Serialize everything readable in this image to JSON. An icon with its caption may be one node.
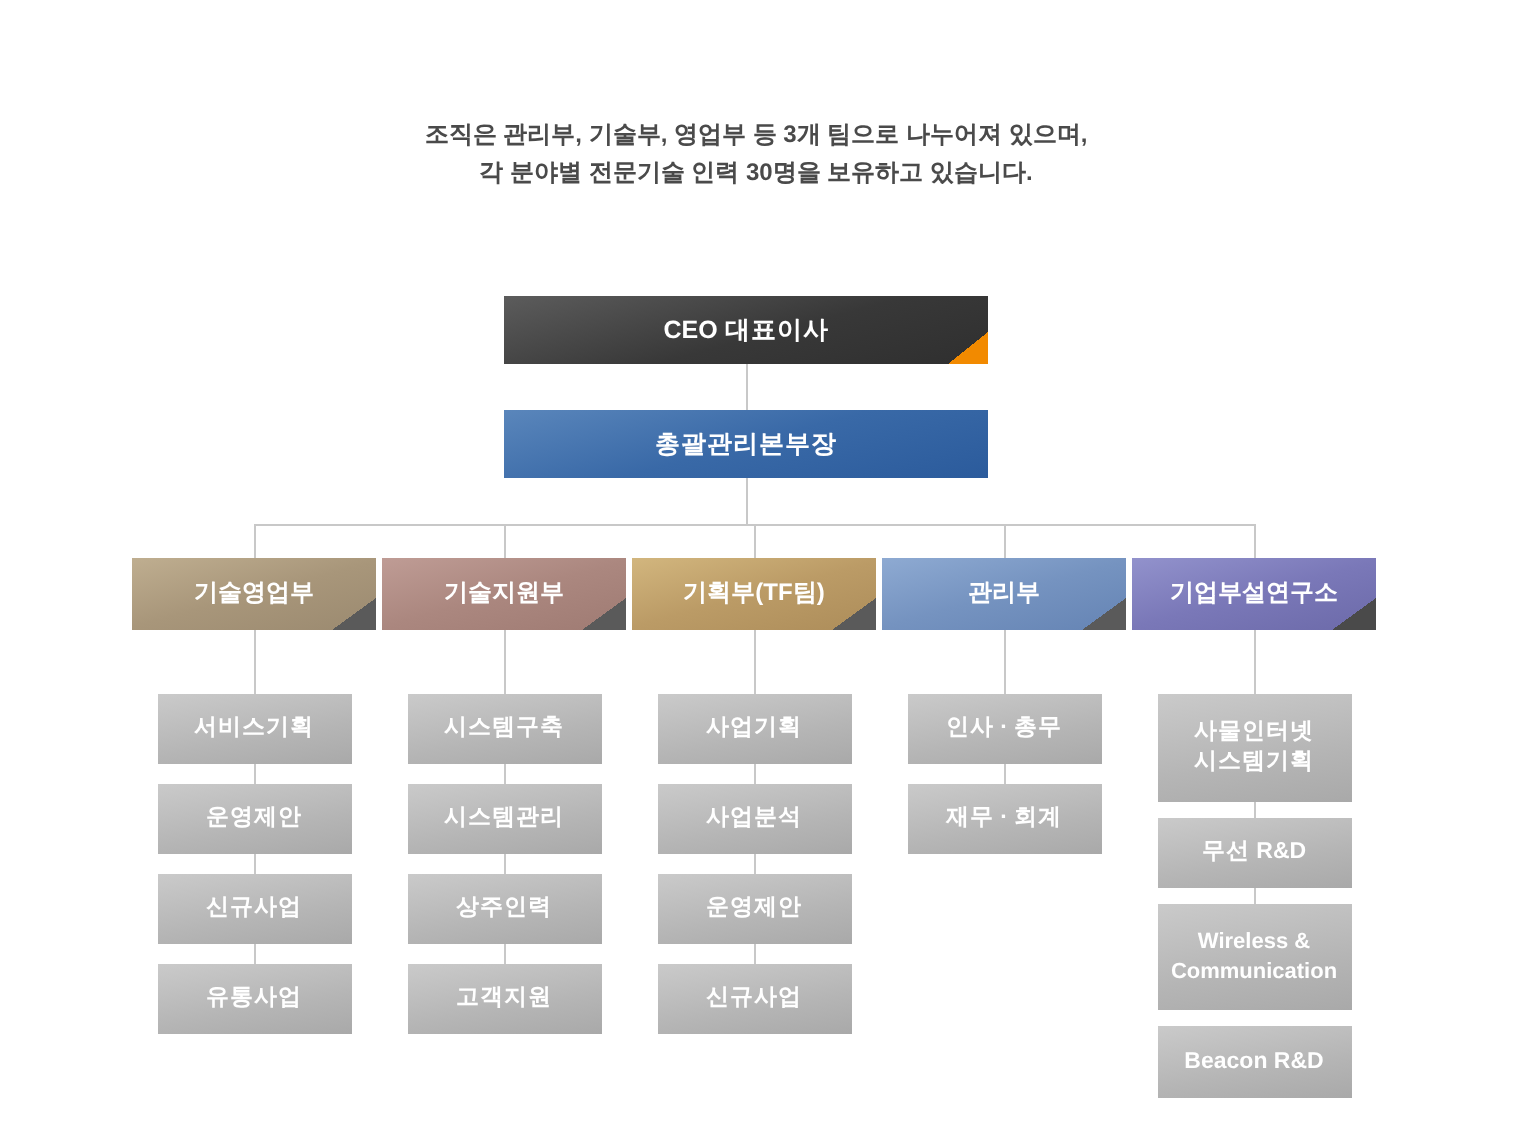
{
  "diagram": {
    "nodes": [
      {
        "text": [
          "CEO 대표이사"
        ]
      },
      {
        "text": [
          "총괄관리본부장"
        ]
      },
      {
        "text": [
          "기술영업부"
        ]
      },
      {
        "text": [
          "기술지원부"
        ]
      },
      {
        "text": [
          "기획부(TF팀)"
        ]
      },
      {
        "text": [
          "관리부"
        ]
      },
      {
        "text": [
          "기업부설연구소"
        ]
      },
      {
        "text": [
          "서비스기획"
        ]
      },
      {
        "text": [
          "운영제안"
        ]
      },
      {
        "text": [
          "신규사업"
        ]
      },
      {
        "text": [
          "유통사업"
        ]
      },
      {
        "text": [
          "시스템구축"
        ]
      },
      {
        "text": [
          "시스템관리"
        ]
      },
      {
        "text": [
          "상주인력"
        ]
      },
      {
        "text": [
          "고객지원"
        ]
      },
      {
        "text": [
          "사업기획"
        ]
      },
      {
        "text": [
          "사업분석"
        ]
      },
      {
        "text": [
          "운영제안"
        ]
      },
      {
        "text": [
          "신규사업"
        ]
      },
      {
        "text": [
          "인사 · 총무"
        ]
      },
      {
        "text": [
          "재무 · 회계"
        ]
      },
      {
        "text": [
          "사물인터넷 시스템기획"
        ]
      },
      {
        "text": [
          "무선 R&D"
        ]
      },
      {
        "text": [
          "Wireless & Communication"
        ]
      },
      {
        "text": [
          "Beacon R&D"
        ]
      }
    ],
    "edges": [
      {
        "from": 0,
        "to": 1,
        "arrow": "none"
      },
      {
        "from": 1,
        "to": 2,
        "arrow": "none"
      },
      {
        "from": 1,
        "to": 3,
        "arrow": "none"
      },
      {
        "from": 1,
        "to": 4,
        "arrow": "none"
      },
      {
        "from": 1,
        "to": 5,
        "arrow": "none"
      },
      {
        "from": 1,
        "to": 6,
        "arrow": "none"
      },
      {
        "from": 2,
        "to": 7,
        "arrow": "none"
      },
      {
        "from": 7,
        "to": 8,
        "arrow": "none"
      },
      {
        "from": 8,
        "to": 9,
        "arrow": "none"
      },
      {
        "from": 9,
        "to": 10,
        "arrow": "none"
      },
      {
        "from": 3,
        "to": 11,
        "arrow": "none"
      },
      {
        "from": 11,
        "to": 12,
        "arrow": "none"
      },
      {
        "from": 12,
        "to": 13,
        "arrow": "none"
      },
      {
        "from": 13,
        "to": 14,
        "arrow": "none"
      },
      {
        "from": 4,
        "to": 15,
        "arrow": "none"
      },
      {
        "from": 15,
        "to": 16,
        "arrow": "none"
      },
      {
        "from": 16,
        "to": 17,
        "arrow": "none"
      },
      {
        "from": 17,
        "to": 18,
        "arrow": "none"
      },
      {
        "from": 5,
        "to": 19,
        "arrow": "none"
      },
      {
        "from": 19,
        "to": 20,
        "arrow": "none"
      },
      {
        "from": 6,
        "to": 21,
        "arrow": "none"
      },
      {
        "from": 21,
        "to": 22,
        "arrow": "none"
      },
      {
        "from": 22,
        "to": 23,
        "arrow": "none"
      }
    ],
    "labels": [
      "조직은 관리부, 기술부, 영업부 등 3개 팀으로 나누어져 있으며, 각 분야별 전문기술 인력 30명을 보유하고 있습니다."
    ]
  }
}
